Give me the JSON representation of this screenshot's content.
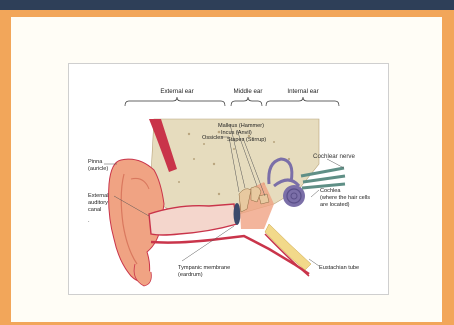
{
  "sections": {
    "external": "External ear",
    "middle": "Middle ear",
    "internal": "Internal ear"
  },
  "labels": {
    "ossicles": "Ossicles",
    "malleus": "Malleus (Hammer)",
    "incus": "Incus (Anvil)",
    "stapes": "Stapes (Stirrup)",
    "cochlear_nerve": "Cochlear nerve",
    "pinna_1": "Pinna",
    "pinna_2": "(auricle)",
    "canal_1": "External",
    "canal_2": "auditory",
    "canal_3": "canal",
    "cochlea_1": "Cochlea",
    "cochlea_2": "(where the hair cells",
    "cochlea_3": "are located)",
    "eustachian": "Eustachian tube",
    "tympanic_1": "Tympanic membrane",
    "tympanic_2": "(eardrum)"
  },
  "colors": {
    "background": "#2e3f58",
    "frame": "#f2a65a",
    "skin": "#f0a383",
    "cartilage": "#c9344a",
    "bone": "#e6dcbe",
    "cochlea": "#7b6fa8",
    "nerve": "#5f8f86"
  }
}
